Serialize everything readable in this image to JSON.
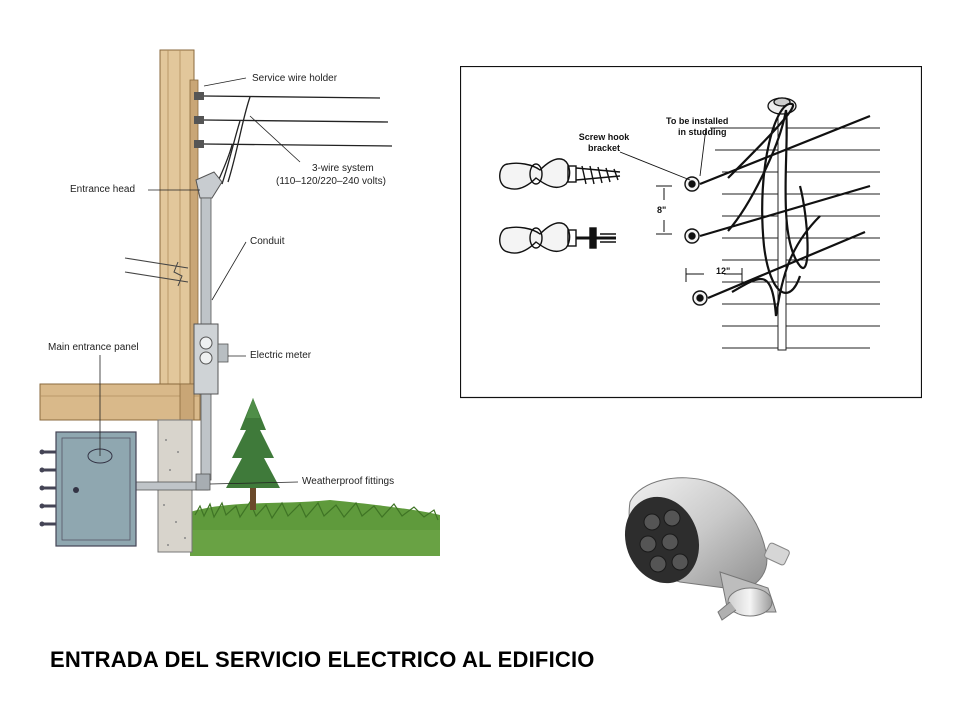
{
  "title": "ENTRADA DEL SERVICIO ELECTRICO AL EDIFICIO",
  "house_diagram": {
    "labels": {
      "service_wire_holder": "Service wire holder",
      "three_wire_system_line1": "3-wire system",
      "three_wire_system_line2": "(110–120/220–240 volts)",
      "entrance_head": "Entrance head",
      "conduit": "Conduit",
      "main_entrance_panel": "Main entrance panel",
      "electric_meter": "Electric meter",
      "weatherproof_fittings": "Weatherproof fittings"
    }
  },
  "hook_diagram": {
    "labels": {
      "screw_hook_line1": "Screw hook",
      "screw_hook_line2": "bracket",
      "studding_line1": "To be installed",
      "studding_line2": "in studding",
      "spacing_vertical": "8\"",
      "spacing_horizontal": "12\""
    }
  },
  "colors": {
    "wood": "#d9b98a",
    "wood_dark": "#8a6a3e",
    "grass": "#5f9a3c",
    "panel_blue": "#8fa7b0",
    "concrete": "#d8d4cc"
  }
}
